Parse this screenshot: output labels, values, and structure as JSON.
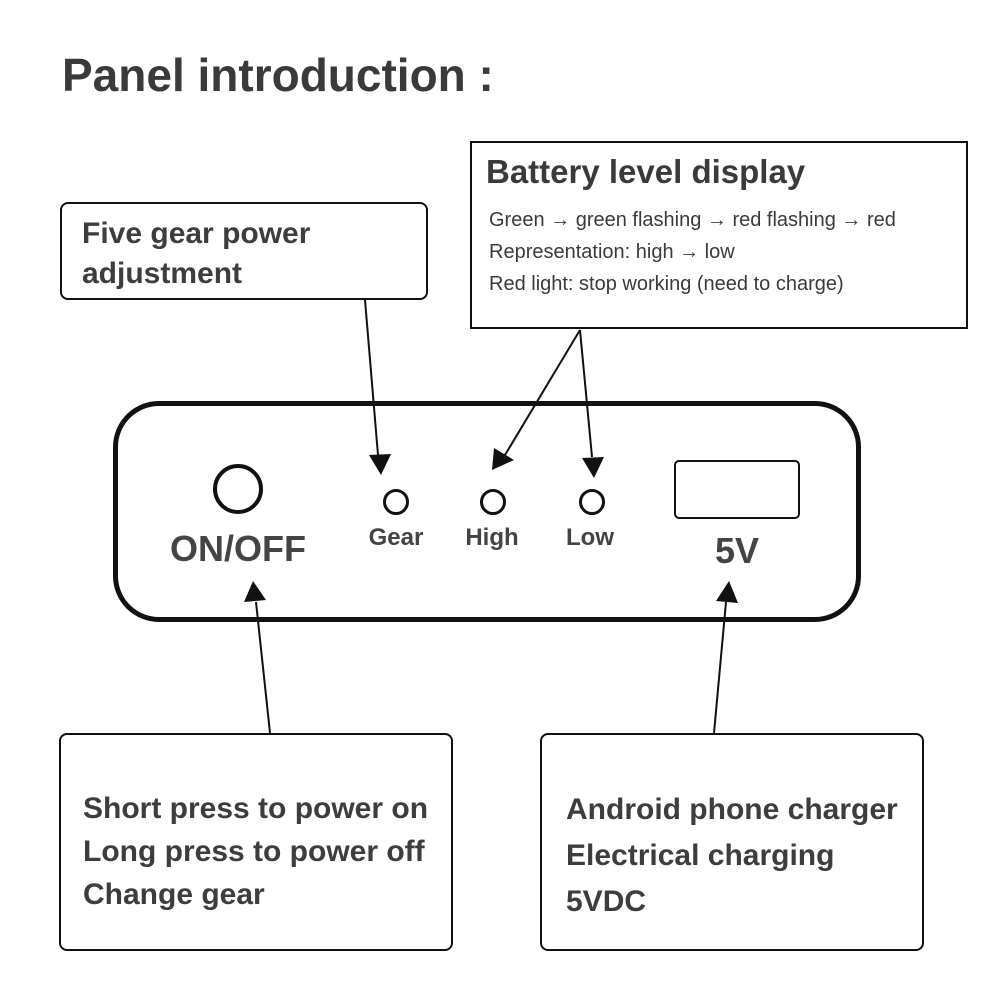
{
  "title": "Panel introduction :",
  "callouts": {
    "gear": {
      "lines": [
        "Five gear power",
        "adjustment"
      ]
    },
    "battery": {
      "heading": "Battery level display",
      "lines": [
        "Green → green flashing → red flashing → red",
        "Representation: high → low",
        "Red light: stop working (need to charge)"
      ]
    },
    "power": {
      "lines": [
        "Short press to power on",
        "Long press to power off",
        "Change gear"
      ]
    },
    "charge": {
      "lines": [
        "Android phone charger",
        "Electrical charging",
        "5VDC"
      ]
    }
  },
  "panel": {
    "power_button_label": "ON/OFF",
    "indicators": [
      {
        "label": "Gear"
      },
      {
        "label": "High"
      },
      {
        "label": "Low"
      }
    ],
    "usb_port_label": "5V"
  },
  "colors": {
    "text": "#3a3a3a",
    "outline": "#111111",
    "background": "#ffffff"
  }
}
